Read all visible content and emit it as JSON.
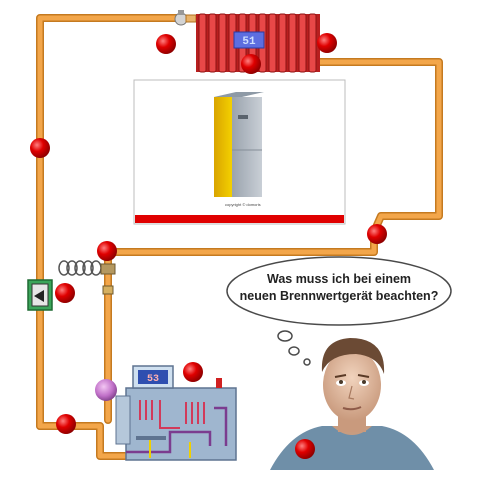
{
  "thought_bubble": {
    "line1": "Was muss ich bei einem",
    "line2": "neuen Brennwertgerät beachten?"
  },
  "product_image": {
    "caption": "copyright © domoris"
  },
  "radiator": {
    "display": "51"
  },
  "boiler": {
    "display": "53"
  },
  "colors": {
    "pipe": "#f0a040",
    "pipe_outline": "#c57a20",
    "hotspot": "#e00000",
    "radiator": "#d63030",
    "accent_bar": "#e00000"
  },
  "icons": {
    "hotspot": "red-dot-icon",
    "valve": "valve-icon",
    "pump": "pump-icon",
    "coil": "coil-icon"
  }
}
